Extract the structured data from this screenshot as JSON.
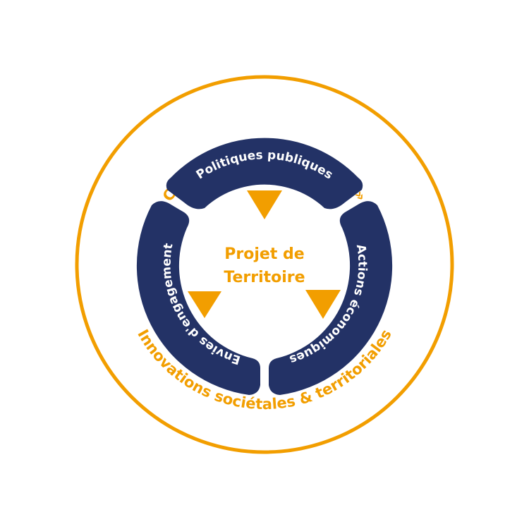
{
  "colors": {
    "accent": "#F29E00",
    "segment": "#233266",
    "segment_text": "#FFFFFF",
    "background": "#FFFFFF"
  },
  "outer": {
    "top_label": "Cap & Cadre «Commun(s)»",
    "bottom_label": "Innovations sociétales & territoriales"
  },
  "center": {
    "line1": "Projet de",
    "line2": "Territoire"
  },
  "segments": [
    {
      "id": "politiques",
      "label": "Politiques publiques"
    },
    {
      "id": "actions",
      "label": "Actions économiques"
    },
    {
      "id": "envies",
      "label": "Envies d'engagement"
    }
  ]
}
